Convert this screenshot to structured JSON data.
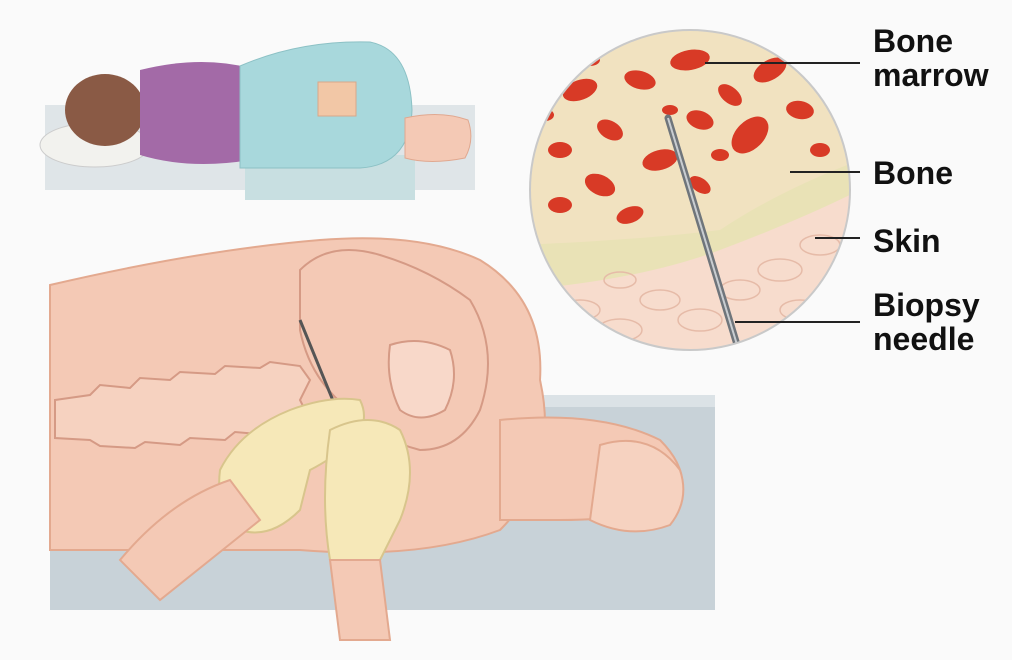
{
  "labels": {
    "bone_marrow": [
      "Bone",
      "marrow"
    ],
    "bone": "Bone",
    "skin": "Skin",
    "biopsy_needle": [
      "Biopsy",
      "needle"
    ]
  },
  "colors": {
    "background": "#fafafa",
    "skin_tone": "#f4c9b5",
    "skin_shadow": "#e9b39d",
    "gown": "#a8d8dc",
    "shirt": "#a36aa7",
    "hair": "#8a5a45",
    "glove": "#f6e8b8",
    "bone": "#e9e2b6",
    "marrow_red": "#d83a26",
    "table": "#c8d2d8",
    "needle": "#9aa0a6",
    "leader_line": "#222222"
  }
}
